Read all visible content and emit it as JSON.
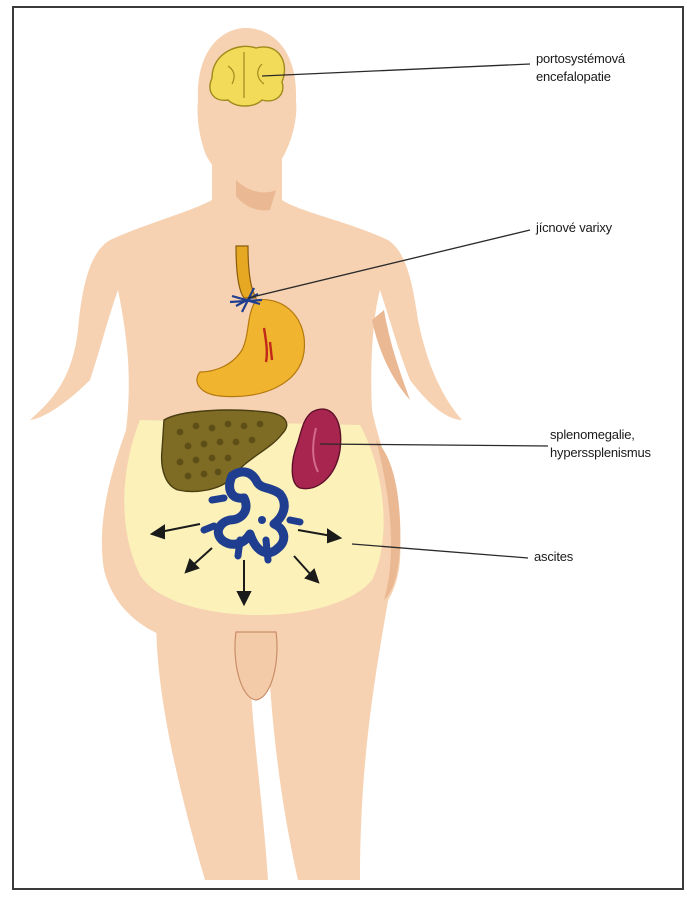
{
  "labels": {
    "brain": {
      "line1": "portosystémová",
      "line2": "encefalopatie"
    },
    "varices": {
      "text": "jícnové varixy"
    },
    "spleen": {
      "line1": "splenomegalie,",
      "line2": "hyperssplenismus"
    },
    "ascites": {
      "text": "ascites"
    }
  },
  "colors": {
    "skin": "#f6d2b2",
    "skin_shadow": "#eab893",
    "abdomen": "#fbf1b9",
    "brain": "#f3db5a",
    "stomach": "#f1b42e",
    "liver": "#7e6b24",
    "spleen": "#a8254f",
    "veins": "#1f3e8f",
    "leader": "#2a2a2a"
  }
}
